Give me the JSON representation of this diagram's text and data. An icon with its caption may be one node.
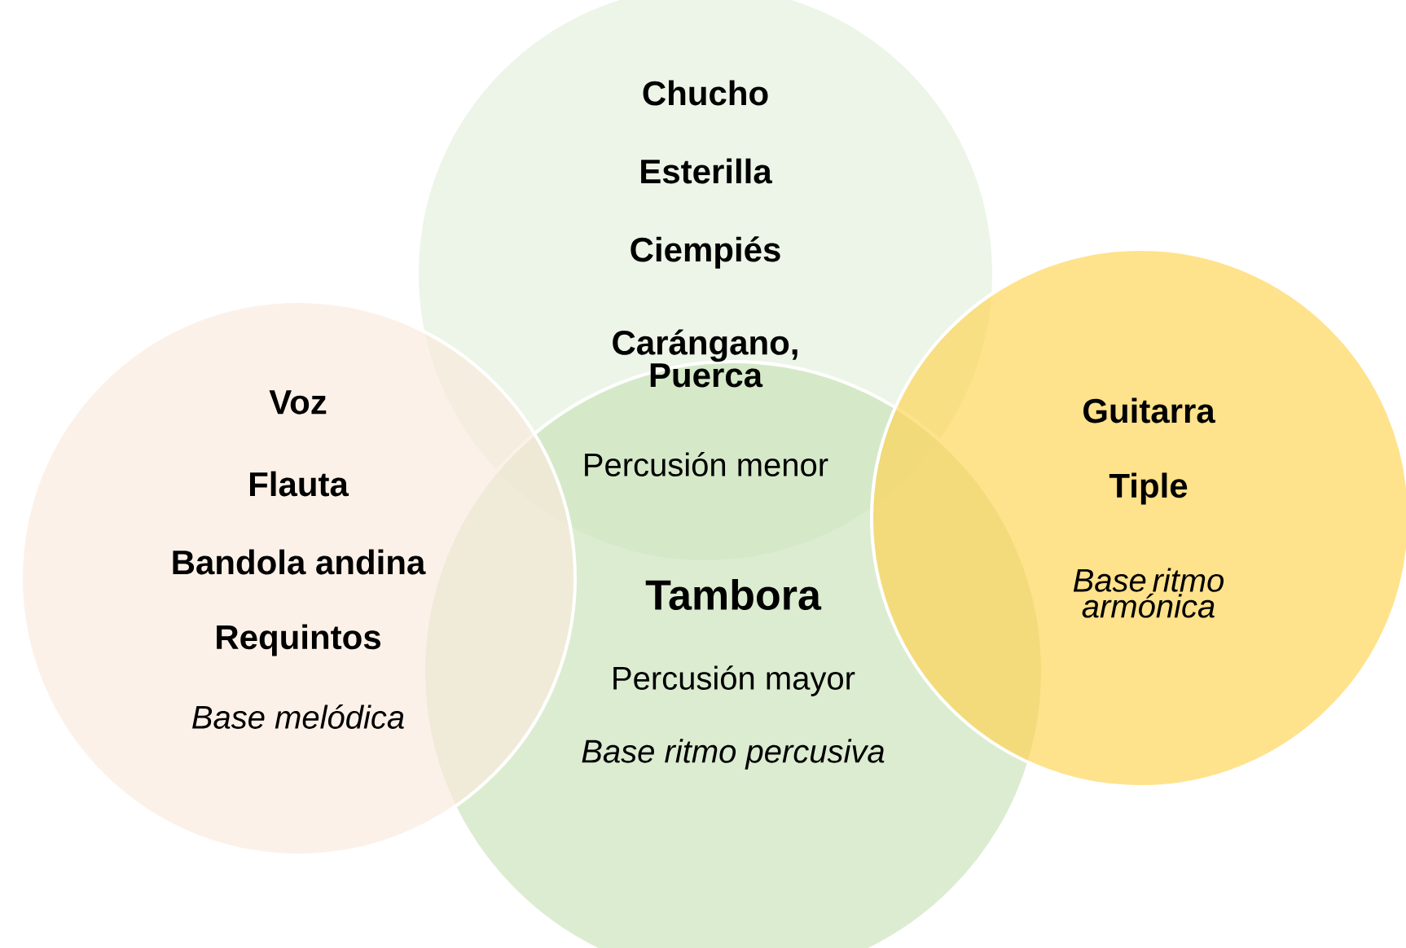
{
  "diagram": {
    "nodes": [
      {
        "text": [
          "Chucho",
          "Esterilla",
          "Ciempiés",
          "Carángano, Puerca",
          "Percusión menor"
        ]
      },
      {
        "text": [
          "Tambora",
          "Percusión mayor",
          "Base ritmo percusiva"
        ]
      },
      {
        "text": [
          "Voz",
          "Flauta",
          "Bandola andina",
          "Requintos",
          "Base melódica"
        ]
      },
      {
        "text": [
          "Guitarra",
          "Tiple",
          "Base ritmo armónica"
        ]
      }
    ]
  }
}
